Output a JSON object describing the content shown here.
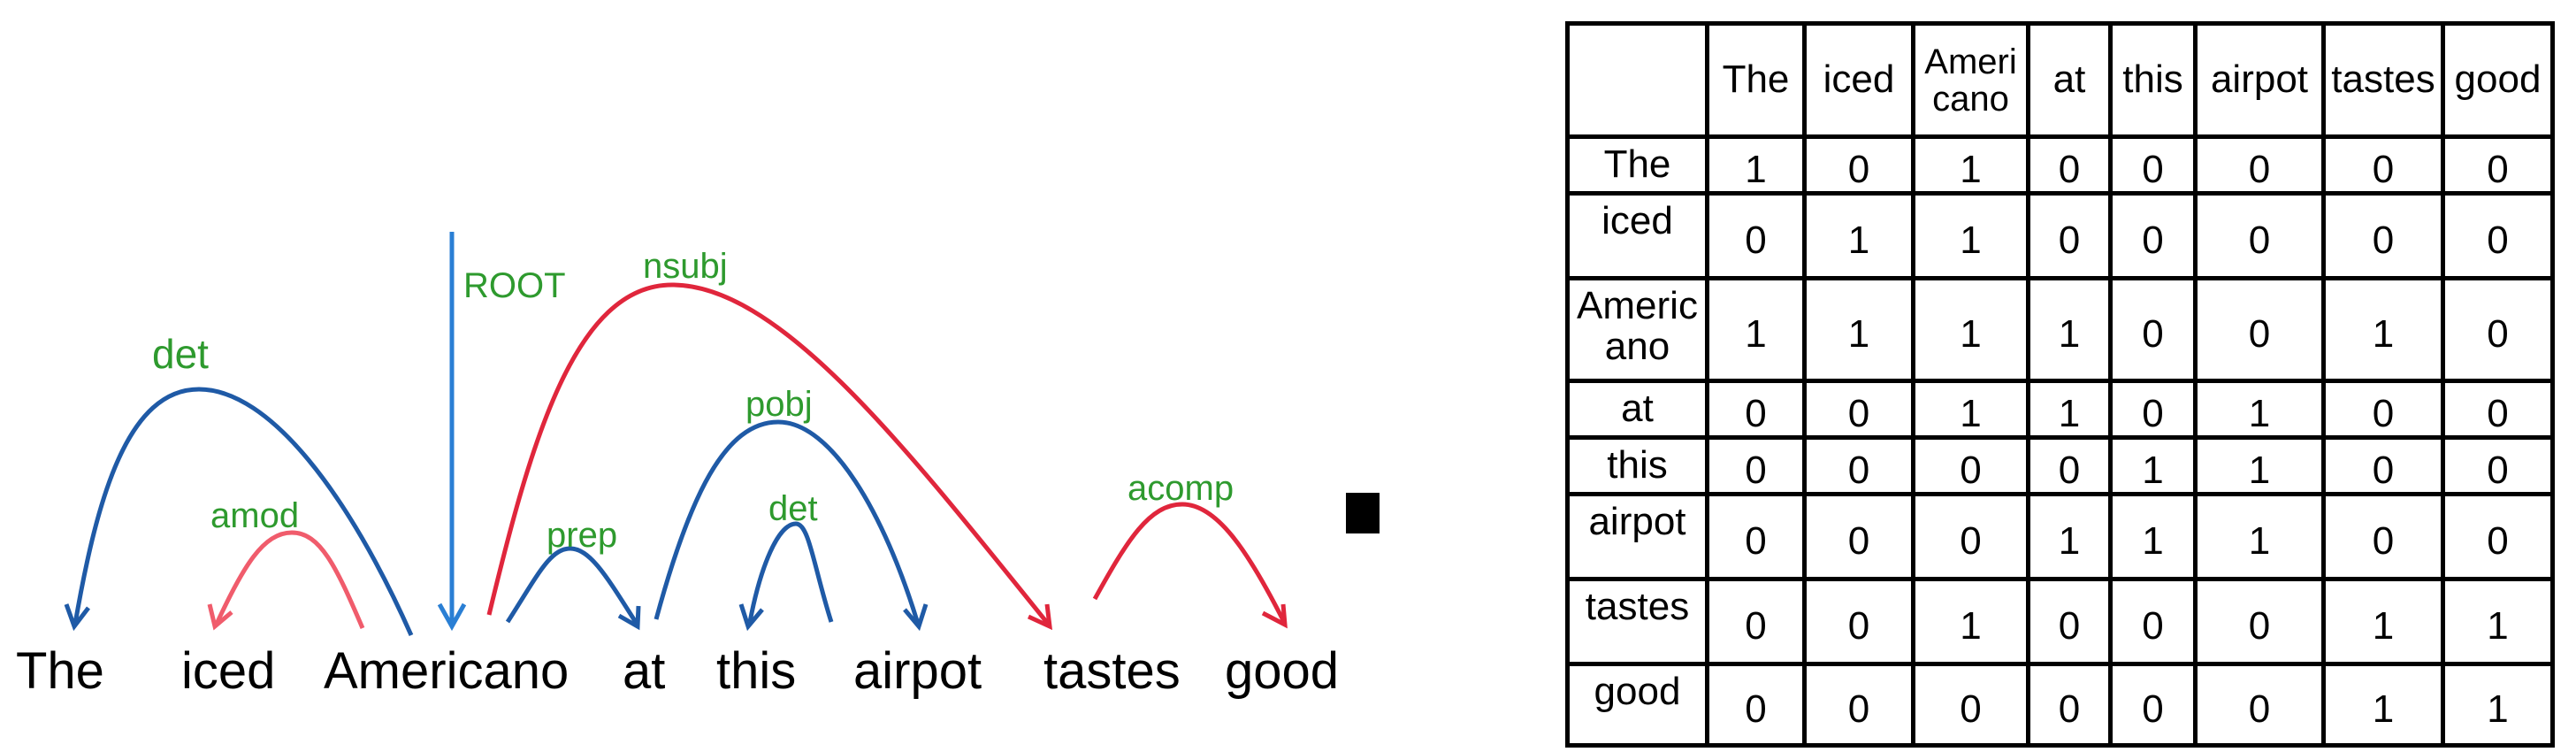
{
  "words": [
    "The",
    "iced",
    "Americano",
    "at",
    "this",
    "airpot",
    "tastes",
    "good"
  ],
  "root_label": "ROOT",
  "arcs": [
    {
      "label": "det",
      "head": "Americano",
      "dependent": "The",
      "color": "#1f5aa6"
    },
    {
      "label": "amod",
      "head": "Americano",
      "dependent": "iced",
      "color": "#f05c6c"
    },
    {
      "label": "nsubj",
      "head": "Americano",
      "dependent": "tastes",
      "color": "#e0263c"
    },
    {
      "label": "prep",
      "head": "Americano",
      "dependent": "at",
      "color": "#1f5aa6"
    },
    {
      "label": "pobj",
      "head": "at",
      "dependent": "airpot",
      "color": "#1f5aa6"
    },
    {
      "label": "det",
      "head": "airpot",
      "dependent": "this",
      "color": "#1f5aa6"
    },
    {
      "label": "acomp",
      "head": "tastes",
      "dependent": "good",
      "color": "#e0263c"
    }
  ],
  "colors": {
    "label_green": "#2e9a2e",
    "root_blue": "#2a7fd4",
    "arrow": "#000000"
  },
  "arrow_icon": "right-arrow-icon",
  "matrix": {
    "col_headers": [
      "The",
      "iced",
      "Ameri\ncano",
      "at",
      "this",
      "airpot",
      "tastes",
      "good"
    ],
    "row_headers": [
      "The",
      "iced",
      "Americ\nano",
      "at",
      "this",
      "airpot",
      "tastes",
      "good"
    ],
    "values": [
      [
        1,
        0,
        1,
        0,
        0,
        0,
        0,
        0
      ],
      [
        0,
        1,
        1,
        0,
        0,
        0,
        0,
        0
      ],
      [
        1,
        1,
        1,
        1,
        0,
        0,
        1,
        0
      ],
      [
        0,
        0,
        1,
        1,
        0,
        1,
        0,
        0
      ],
      [
        0,
        0,
        0,
        0,
        1,
        1,
        0,
        0
      ],
      [
        0,
        0,
        0,
        1,
        1,
        1,
        0,
        0
      ],
      [
        0,
        0,
        1,
        0,
        0,
        0,
        1,
        1
      ],
      [
        0,
        0,
        0,
        0,
        0,
        0,
        1,
        1
      ]
    ]
  }
}
